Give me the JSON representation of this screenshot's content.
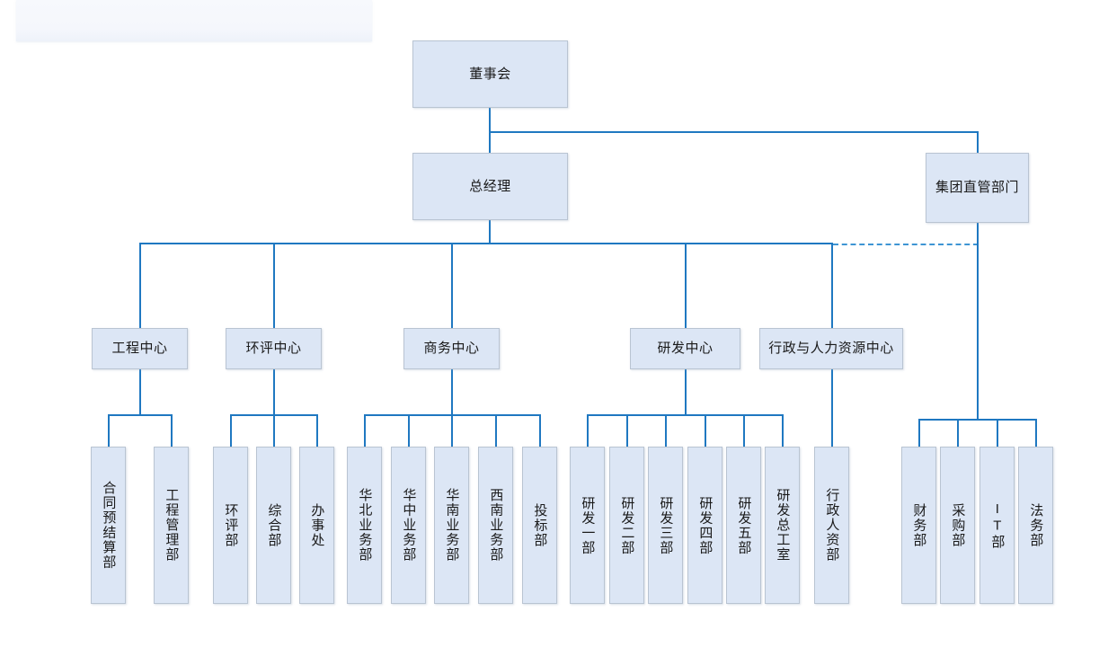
{
  "chart": {
    "type": "org-chart",
    "title": "",
    "orientation": "top-down",
    "accent_color": "#1f78c1",
    "node_fill": "#dce6f5",
    "node_border": "#b9c4d2"
  },
  "nodes": {
    "board": {
      "label": "董事会"
    },
    "general_manager": {
      "label": "总经理"
    },
    "group_direct": {
      "label": "集团直管部门"
    },
    "centers": [
      {
        "label": "工程中心"
      },
      {
        "label": "环评中心"
      },
      {
        "label": "商务中心"
      },
      {
        "label": "研发中心"
      },
      {
        "label": "行政与人力资源中心"
      }
    ],
    "engineering_children": [
      {
        "label": "合同预结算部"
      },
      {
        "label": "工程管理部"
      }
    ],
    "eia_children": [
      {
        "label": "环评部"
      },
      {
        "label": "综合部"
      },
      {
        "label": "办事处"
      }
    ],
    "business_children": [
      {
        "label": "华北业务部"
      },
      {
        "label": "华中业务部"
      },
      {
        "label": "华南业务部"
      },
      {
        "label": "西南业务部"
      },
      {
        "label": "投标部"
      }
    ],
    "rd_children": [
      {
        "label": "研发一部"
      },
      {
        "label": "研发二部"
      },
      {
        "label": "研发三部"
      },
      {
        "label": "研发四部"
      },
      {
        "label": "研发五部"
      },
      {
        "label": "研发总工室"
      }
    ],
    "hr_children": [
      {
        "label": "行政人资部"
      }
    ],
    "group_children": [
      {
        "label": "财务部"
      },
      {
        "label": "采购部"
      },
      {
        "label": "IT部"
      },
      {
        "label": "法务部"
      }
    ]
  }
}
